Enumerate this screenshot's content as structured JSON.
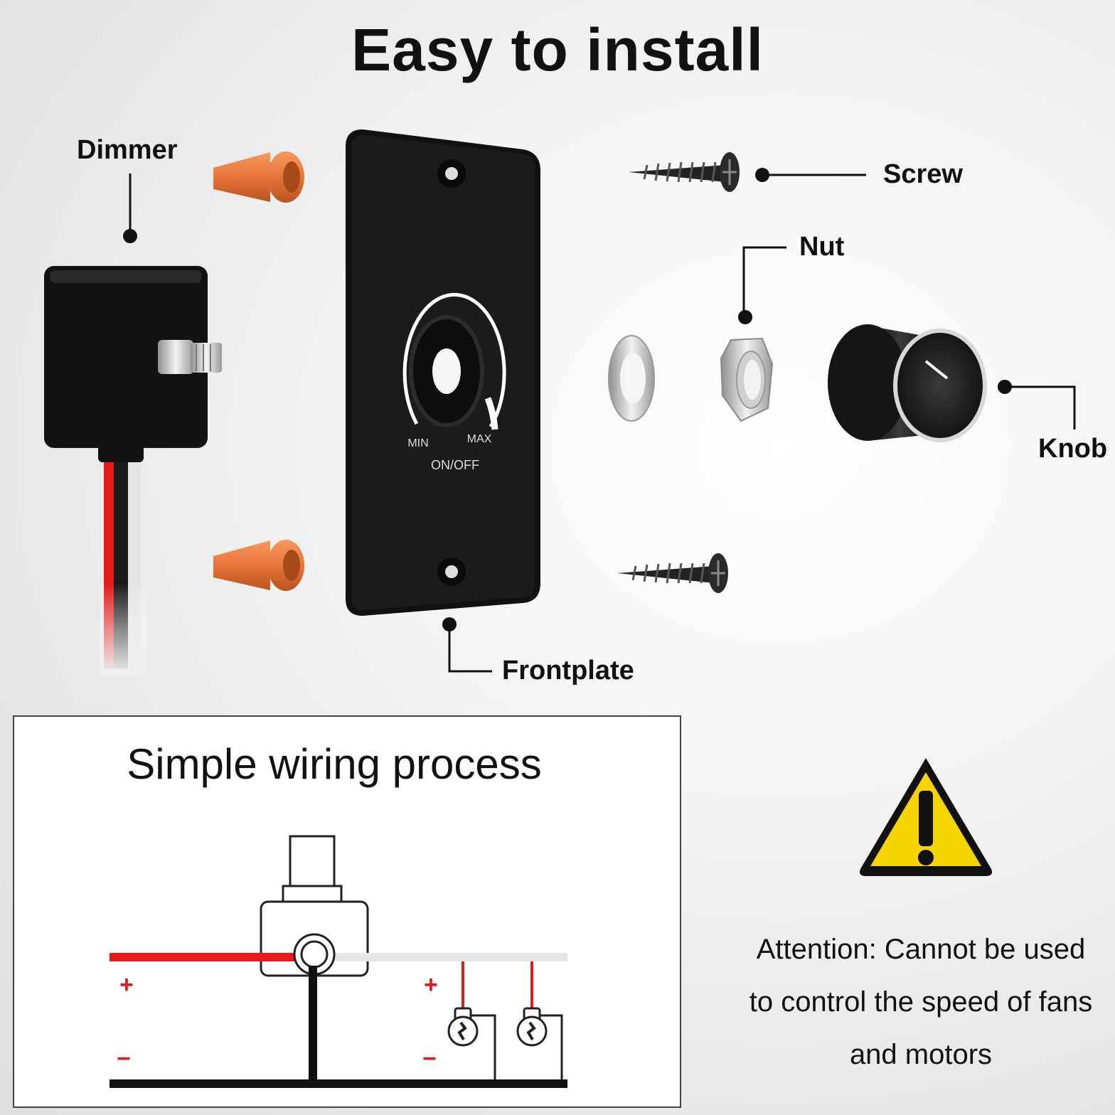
{
  "title": "Easy to install",
  "labels": {
    "dimmer": "Dimmer",
    "screw": "Screw",
    "nut": "Nut",
    "knob": "Knob",
    "frontplate": "Frontplate"
  },
  "plate_text": {
    "min": "MIN",
    "max": "MAX",
    "on_off": "ON/OFF"
  },
  "wiring": {
    "title": "Simple wiring process",
    "plus": "+",
    "minus": "−"
  },
  "attention": {
    "line1": "Attention: Cannot be used",
    "line2": "to control the speed of fans",
    "line3": "and motors"
  },
  "colors": {
    "wire_red": "#e21b1b",
    "wire_black": "#111111",
    "connector_orange": "#e8743b",
    "warning_yellow": "#f6d400"
  },
  "icons": [
    "warning-icon",
    "bulb-icon"
  ]
}
